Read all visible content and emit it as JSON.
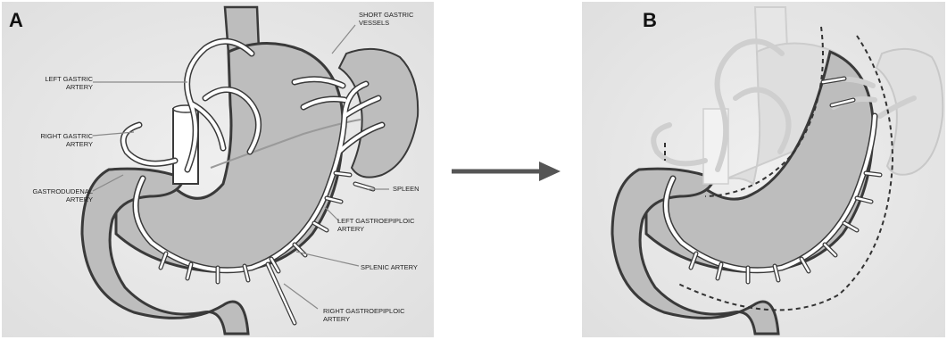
{
  "panels": [
    {
      "letter": "A"
    },
    {
      "letter": "B"
    }
  ],
  "labels": {
    "short_gastric_1": "SHORT GASTRIC",
    "short_gastric_2": "VESSELS",
    "left_gastric_1": "LEFT GASTRIC",
    "left_gastric_2": "ARTERY",
    "right_gastric_1": "RIGHT GASTRIC",
    "right_gastric_2": "ARTERY",
    "gastroduodenal_1": "GASTRODUDENAL",
    "gastroduodenal_2": "ARTERY",
    "spleen": "SPLEEN",
    "left_gastroepiploic_1": "LEFT GASTROEPIPLOIC",
    "left_gastroepiploic_2": "ARTERY",
    "splenic": "SPLENIC ARTERY",
    "right_gastroepiploic_1": "RIGHT GASTROEPIPLOIC",
    "right_gastroepiploic_2": "ARTERY"
  },
  "colors": {
    "panel_bg": "#e9e9e9",
    "organ": "#bdbdbd",
    "outline": "#3a3a3a",
    "vessel": "#ffffff",
    "arrow": "#555555"
  }
}
